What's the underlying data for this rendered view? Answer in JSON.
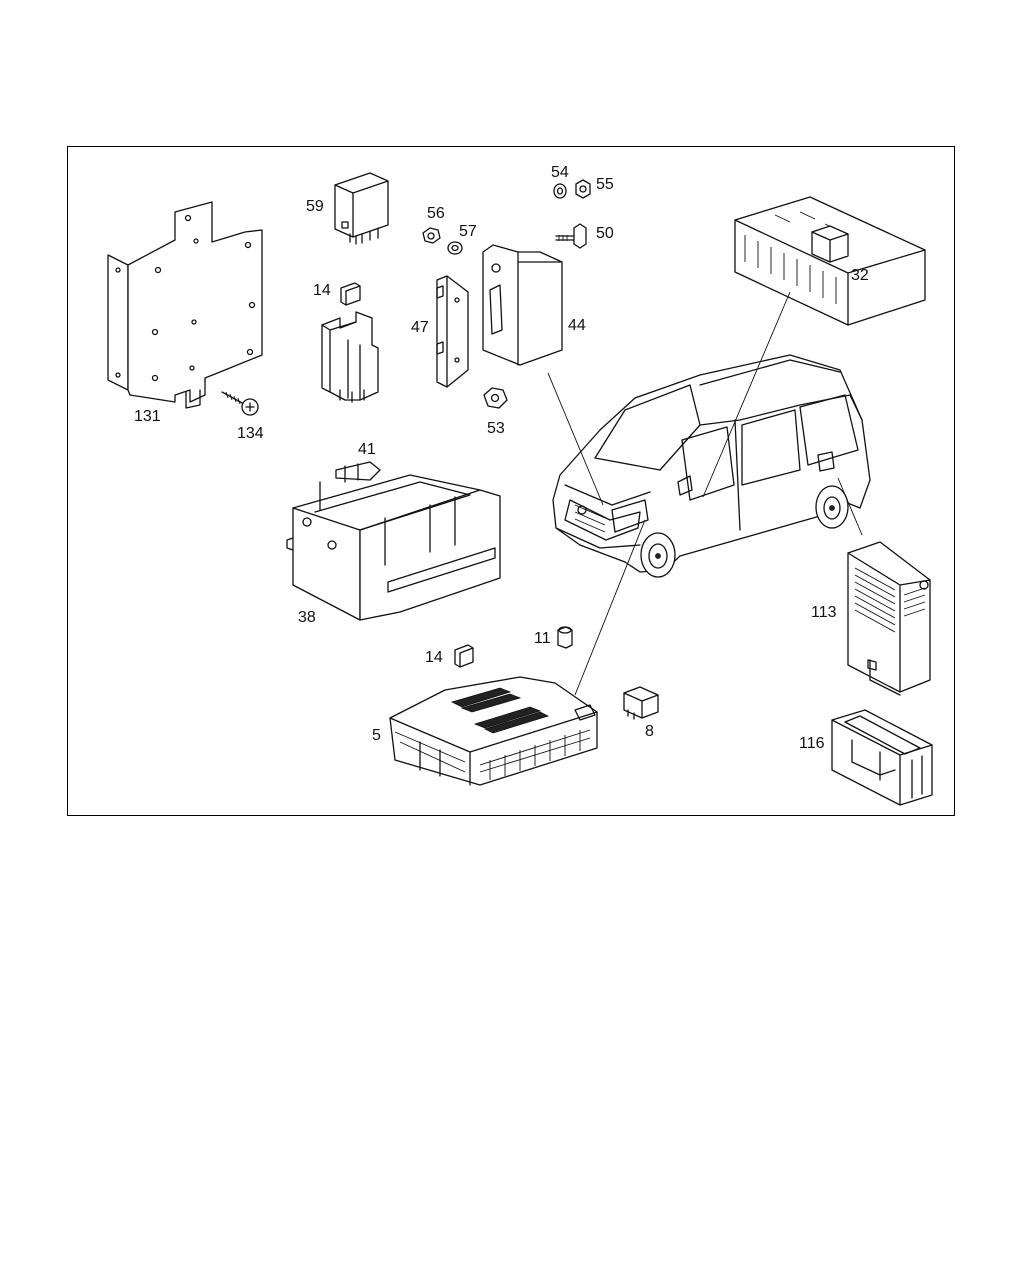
{
  "diagram": {
    "callouts": {
      "p59": "59",
      "p56": "56",
      "p57": "57",
      "p54": "54",
      "p55": "55",
      "p50": "50",
      "p32": "32",
      "p14a": "14",
      "p47": "47",
      "p44": "44",
      "p131": "131",
      "p134": "134",
      "p53": "53",
      "p41": "41",
      "p38": "38",
      "p113": "113",
      "p11": "11",
      "p14b": "14",
      "p5": "5",
      "p8": "8",
      "p116": "116"
    }
  }
}
